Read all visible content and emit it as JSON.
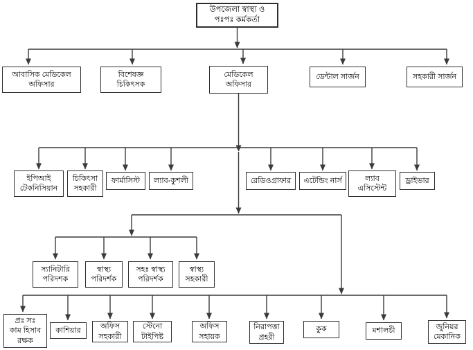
{
  "colors": {
    "line": "#3a3a3a",
    "border": "#2e2e2e",
    "background": "#ffffff",
    "text": "#000000"
  },
  "org_chart": {
    "root": {
      "label": "উপজেলা স্বাস্থ্য ও\nপঃপঃ কর্মকর্তা"
    },
    "level_2": [
      {
        "label": "আবাসিক মেডিকেল\nঅফিসার"
      },
      {
        "label": "বিশেষজ্ঞ\nচিকিৎসক"
      },
      {
        "label": "মেডিকেল\nঅফিসার"
      },
      {
        "label": "ডেন্টাল সার্জন"
      },
      {
        "label": "সহকারী সার্জন"
      }
    ],
    "level_3": [
      {
        "label": "ইপিআই\nটেকনিসিয়ান"
      },
      {
        "label": "চিকিৎসা\nসহকারী"
      },
      {
        "label": "ফার্মাসিস্ট"
      },
      {
        "label": "ল্যাব-কুশলী"
      },
      {
        "label": "রেডিওগ্রাফার"
      },
      {
        "label": "এটেন্ডিং নার্স"
      },
      {
        "label": "ল্যাব\nএসিস্টেন্ট"
      },
      {
        "label": "ড্রাইভার"
      }
    ],
    "level_4": [
      {
        "label": "স্যানিটারি\nপরিদশক"
      },
      {
        "label": "স্বাস্থ্য\nপরিদর্শক"
      },
      {
        "label": "সহঃ স্বাস্থ্য\nপরিদর্শক"
      },
      {
        "label": "স্বাস্থ্য\nসহকারী"
      }
    ],
    "level_5": [
      {
        "label": "প্রঃ সঃ\nকাম হিসাব\nরক্ষক"
      },
      {
        "label": "কাশিয়ার"
      },
      {
        "label": "অফিস\nসহকারী"
      },
      {
        "label": "স্টেনো\nটাইপিষ্ট"
      },
      {
        "label": "অফিস\nসহায়ক"
      },
      {
        "label": "নিরাপত্তা\nপ্রহরী"
      },
      {
        "label": "কুক"
      },
      {
        "label": "মশালচী"
      },
      {
        "label": "জুনিয়র\nমেকানিক"
      }
    ]
  }
}
